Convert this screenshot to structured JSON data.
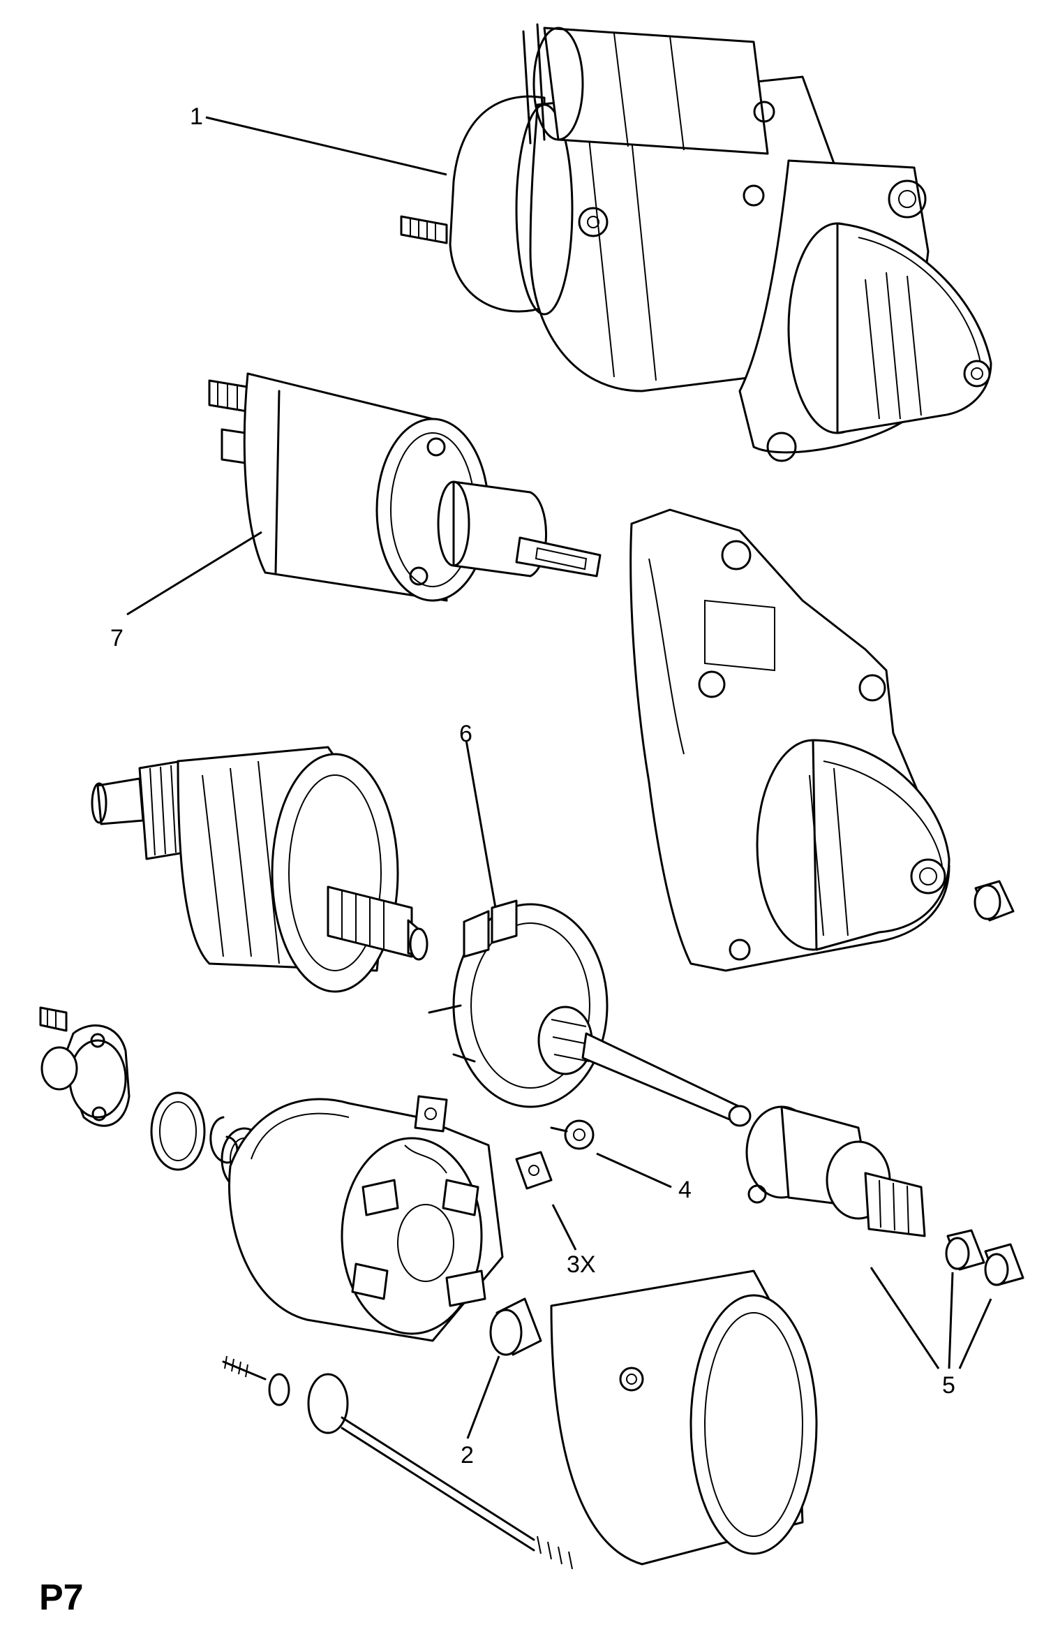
{
  "page_code": "P7",
  "callouts": [
    "1",
    "7",
    "6",
    "4",
    "3X",
    "2",
    "5"
  ]
}
